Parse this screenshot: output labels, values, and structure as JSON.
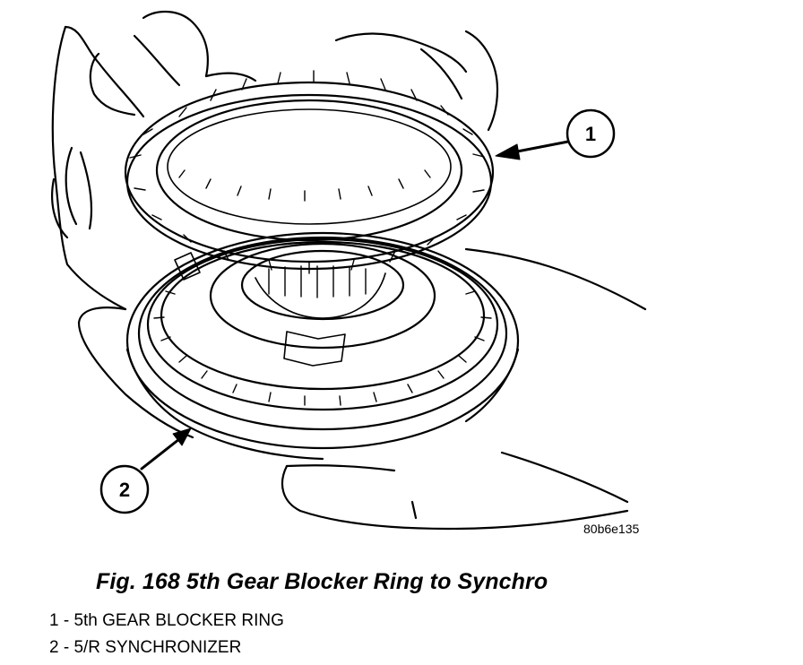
{
  "figure": {
    "reference_code": "80b6e135",
    "caption": "Fig. 168 5th Gear Blocker Ring to Synchro",
    "callouts": [
      {
        "number": "1",
        "label": "5th GEAR BLOCKER RING"
      },
      {
        "number": "2",
        "label": "5/R SYNCHRONIZER"
      }
    ]
  },
  "legend": [
    {
      "text": "1 - 5th GEAR BLOCKER RING"
    },
    {
      "text": "2 - 5/R SYNCHRONIZER"
    }
  ]
}
